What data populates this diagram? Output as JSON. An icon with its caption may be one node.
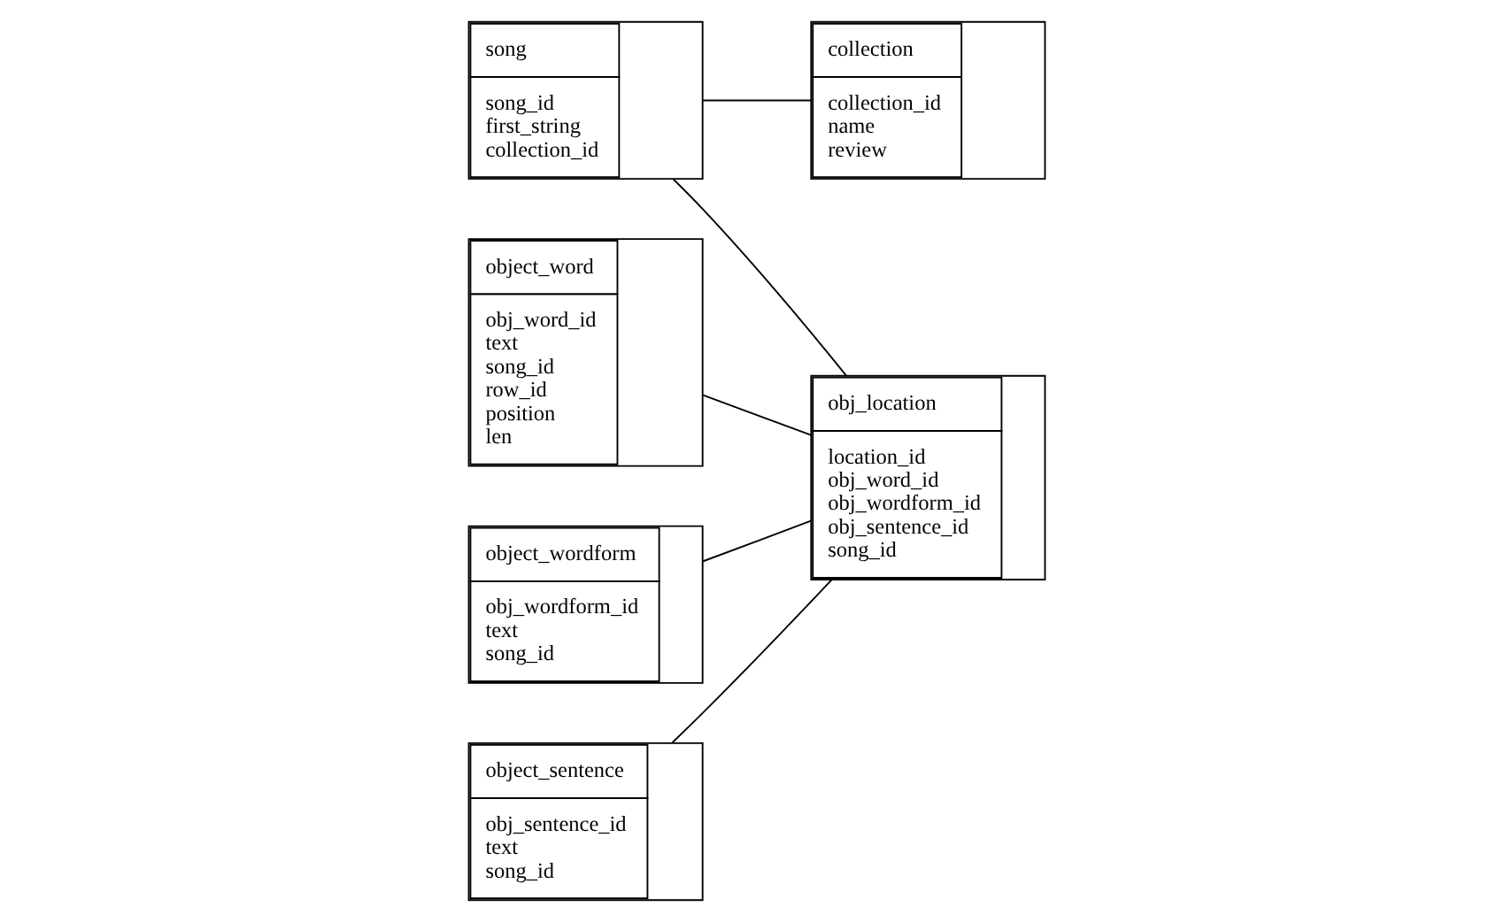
{
  "diagram": {
    "nodes": [
      {
        "text": [
          "song",
          "song_id",
          "first_string",
          "collection_id"
        ]
      },
      {
        "text": [
          "collection",
          "collection_id",
          "name",
          "review"
        ]
      },
      {
        "text": [
          "object_word",
          "obj_word_id",
          "text",
          "song_id",
          "row_id",
          "position",
          "len"
        ]
      },
      {
        "text": [
          "obj_location",
          "location_id",
          "obj_word_id",
          "obj_wordform_id",
          "obj_sentence_id",
          "song_id"
        ]
      },
      {
        "text": [
          "object_wordform",
          "obj_wordform_id",
          "text",
          "song_id"
        ]
      },
      {
        "text": [
          "object_sentence",
          "obj_sentence_id",
          "text",
          "song_id"
        ]
      }
    ],
    "edges": [
      {
        "from": 0,
        "to": 1,
        "arrow": "none"
      },
      {
        "from": 0,
        "to": 3,
        "arrow": "none"
      },
      {
        "from": 2,
        "to": 3,
        "arrow": "none"
      },
      {
        "from": 4,
        "to": 3,
        "arrow": "none"
      },
      {
        "from": 5,
        "to": 3,
        "arrow": "none"
      }
    ]
  }
}
